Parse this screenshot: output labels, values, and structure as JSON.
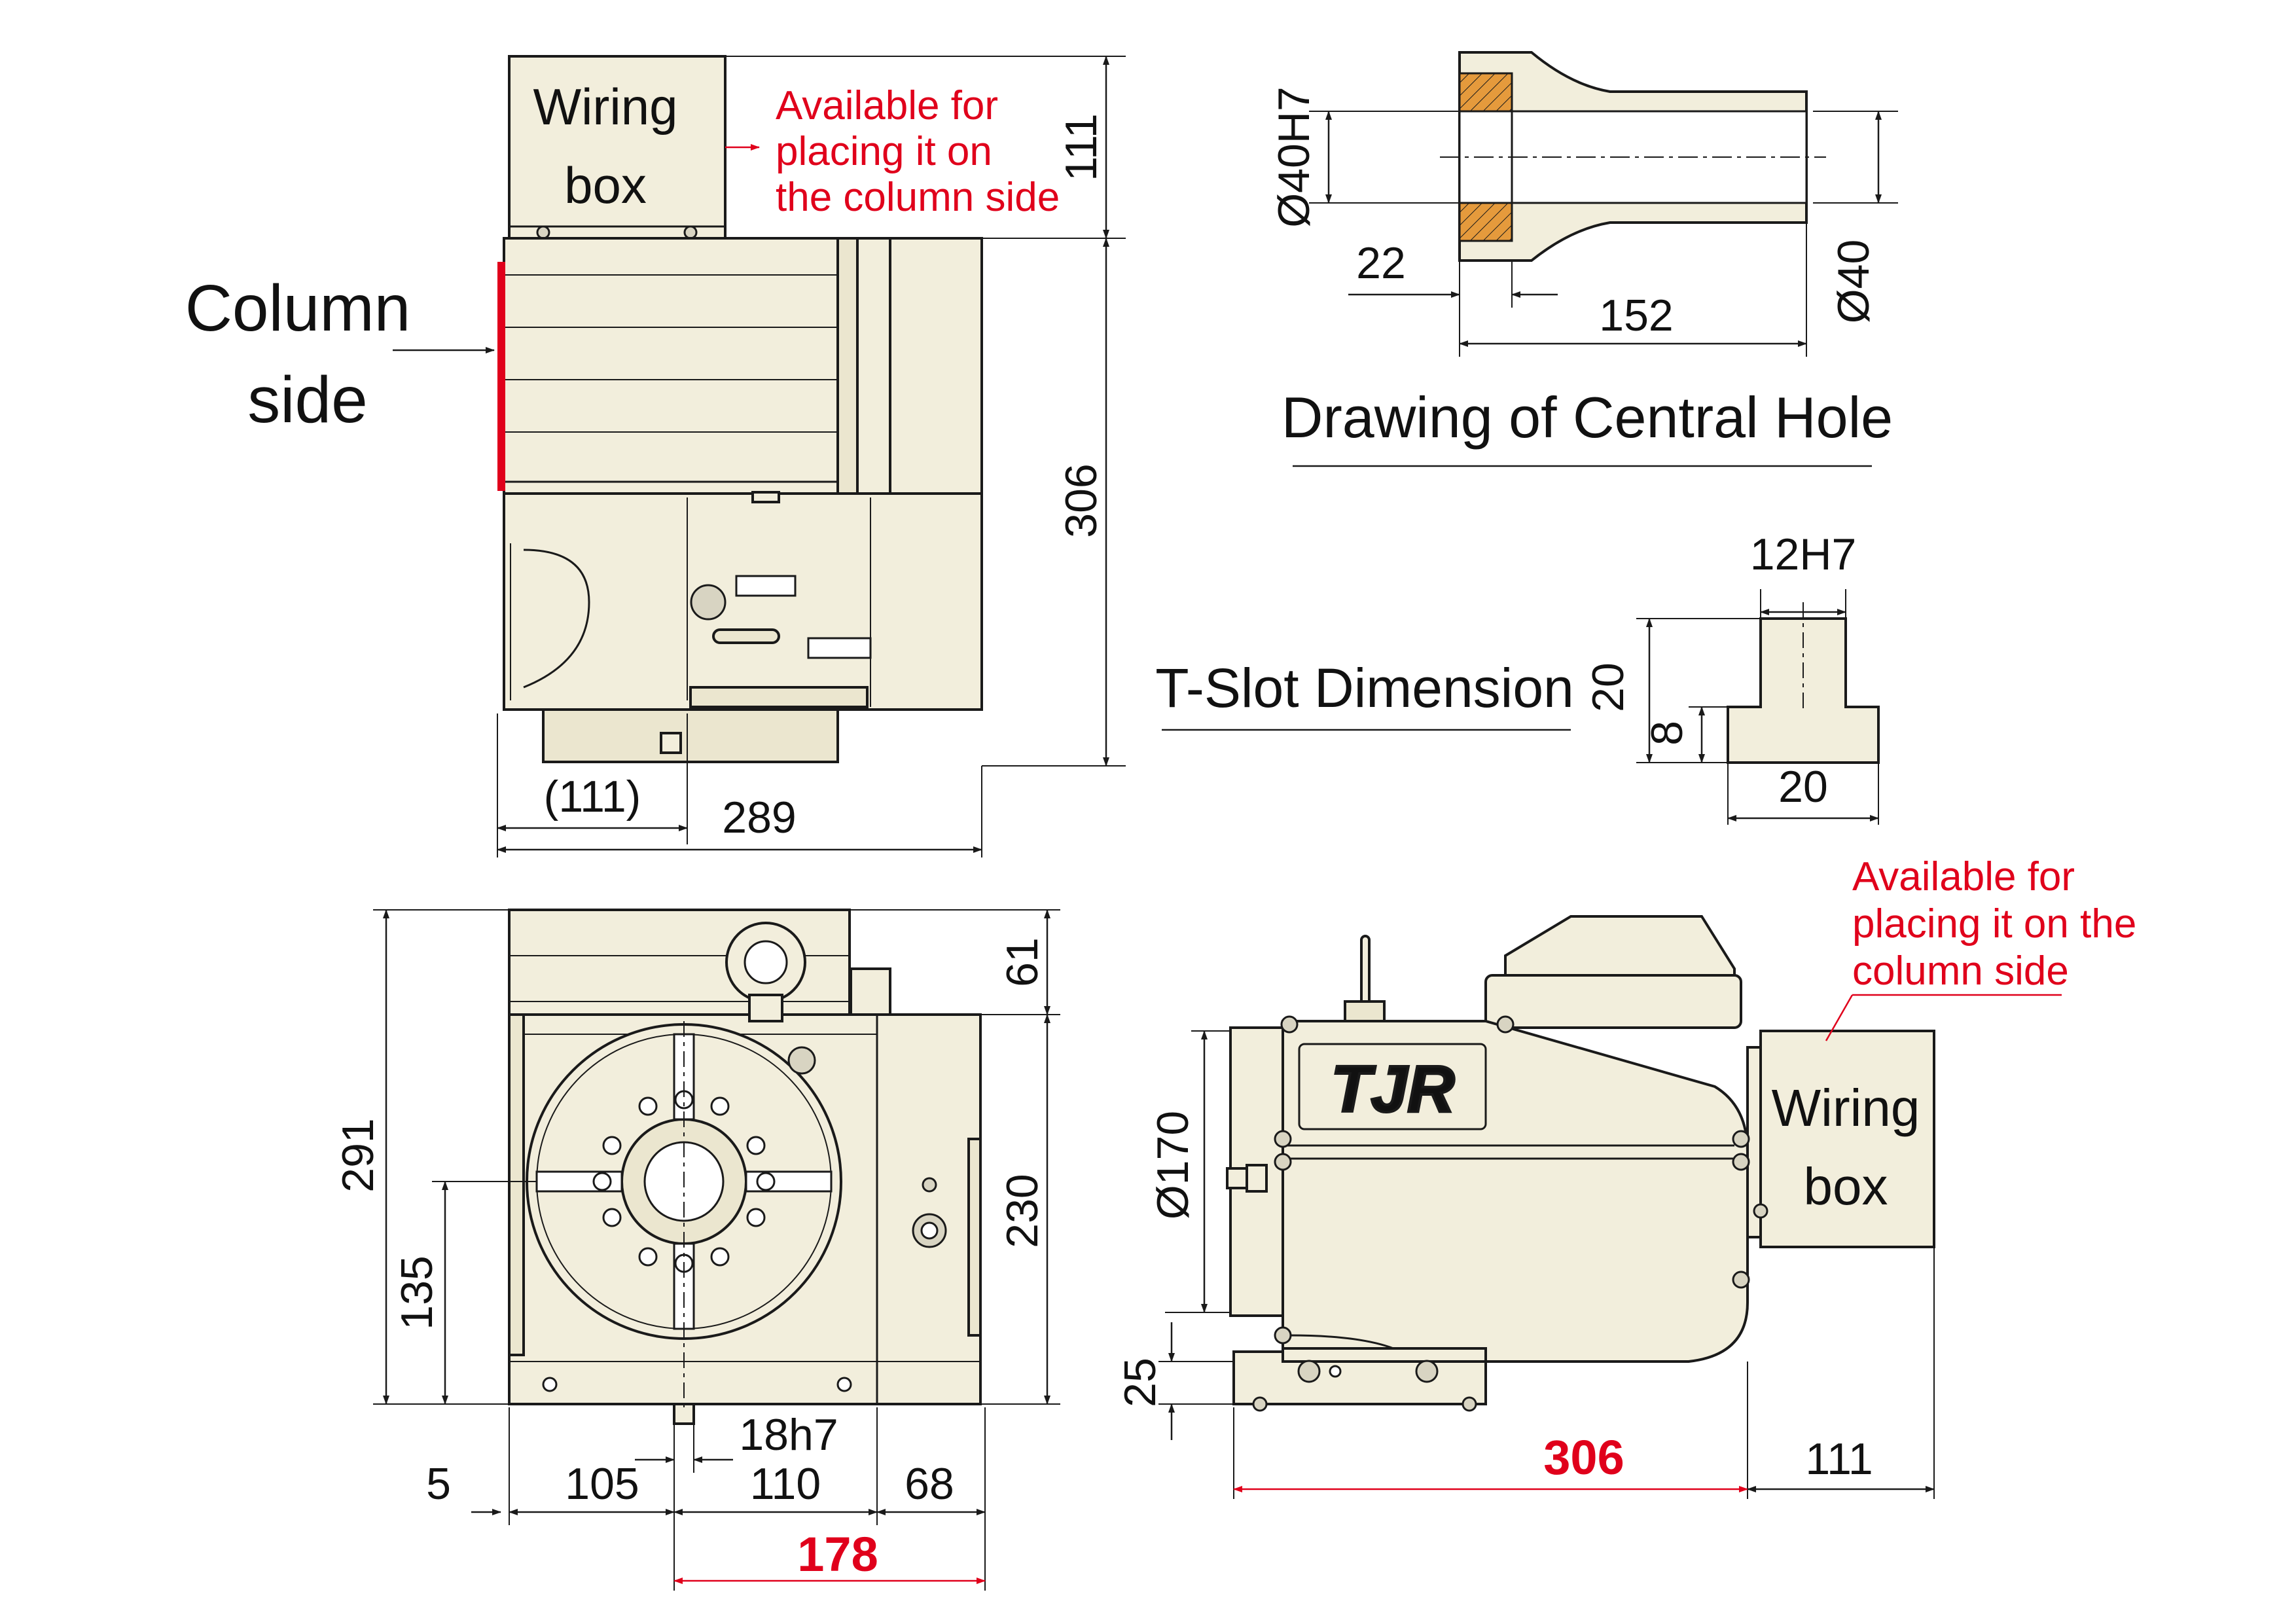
{
  "colors": {
    "body": "#f2eedc",
    "line": "#1a1a1a",
    "highlight": "#e0001b",
    "bushing": "#e59a3c"
  },
  "logo": "TJR",
  "top_view": {
    "wiring_box_line1": "Wiring",
    "wiring_box_line2": "box",
    "note_line1": "Available for",
    "note_line2": "placing it on",
    "note_line3": "the column side",
    "column_line1": "Column",
    "column_line2": "side",
    "dim_111_v": "111",
    "dim_306_v": "306",
    "dim_111_paren": "(111)",
    "dim_289": "289"
  },
  "central_hole": {
    "title": "Drawing of Central Hole",
    "d40h7": "Ø40H7",
    "d40": "Ø40",
    "dim_22": "22",
    "dim_152": "152"
  },
  "t_slot": {
    "title": "T-Slot Dimension",
    "dim_12h7": "12H7",
    "dim_20_v": "20",
    "dim_8": "8",
    "dim_20_h": "20"
  },
  "front_view": {
    "dim_291": "291",
    "dim_135": "135",
    "dim_61": "61",
    "dim_230": "230",
    "dim_18h7": "18h7",
    "dim_5": "5",
    "dim_105": "105",
    "dim_110": "110",
    "dim_68": "68",
    "dim_178": "178"
  },
  "side_view": {
    "note_line1": "Available for",
    "note_line2": "placing it on the",
    "note_line3": "column side",
    "wiring_box_line1": "Wiring",
    "wiring_box_line2": "box",
    "dim_170": "Ø170",
    "dim_25": "25",
    "dim_306": "306",
    "dim_111": "111"
  }
}
